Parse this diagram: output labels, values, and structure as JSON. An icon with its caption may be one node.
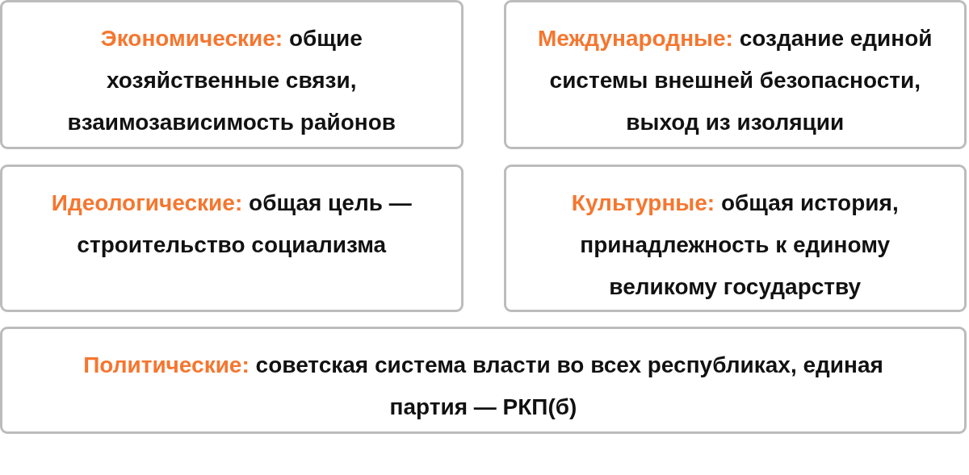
{
  "diagram": {
    "nodes": [
      {
        "text": [
          "Экономические:",
          "общие хозяйственные связи, взаимозависимость районов"
        ]
      },
      {
        "text": [
          "Международные:",
          "создание единой системы внешней безопасности, выход из изоляции"
        ]
      },
      {
        "text": [
          "Идеологические:",
          "общая цель — строительство социализма"
        ]
      },
      {
        "text": [
          "Культурные:",
          "общая история, принадлежность к единому великому государству"
        ]
      },
      {
        "text": [
          "Политические:",
          "советская система власти во всех республиках, единая партия — РКП(б)"
        ]
      }
    ]
  }
}
